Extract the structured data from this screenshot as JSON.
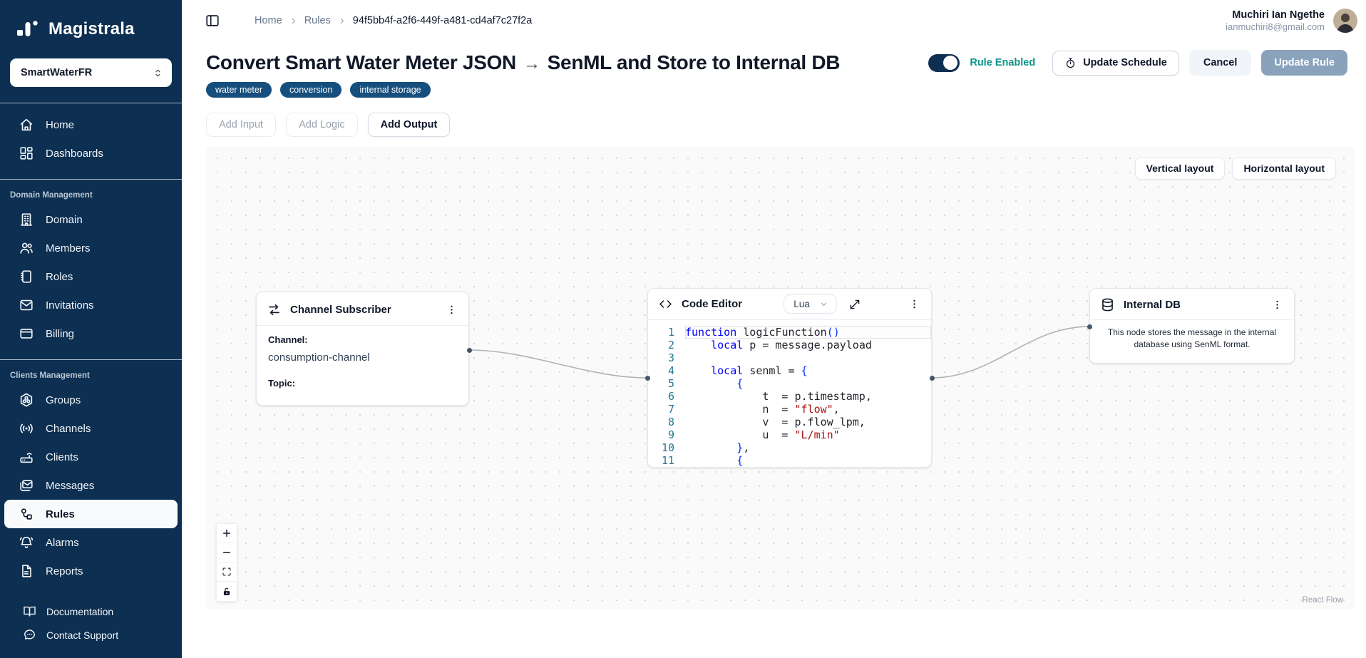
{
  "colors": {
    "sidebar_navy": "#0d2f51",
    "accent_teal": "#0d9488",
    "tag_navy": "#164f7d",
    "update_rule_bg": "#8aa2bc",
    "code_keyword": "#0000ff",
    "code_string": "#a31515",
    "code_line_number": "#237893"
  },
  "brand": {
    "name": "Magistrala"
  },
  "workspace": {
    "value": "SmartWaterFR",
    "icon": "chevrons-up-down-icon"
  },
  "sidebar": {
    "groups": [
      {
        "label": "",
        "items": [
          {
            "icon": "home-icon",
            "label": "Home"
          },
          {
            "icon": "dashboards-icon",
            "label": "Dashboards"
          }
        ]
      },
      {
        "label": "Domain Management",
        "items": [
          {
            "icon": "domain-icon",
            "label": "Domain"
          },
          {
            "icon": "members-icon",
            "label": "Members"
          },
          {
            "icon": "roles-icon",
            "label": "Roles"
          },
          {
            "icon": "invitations-icon",
            "label": "Invitations"
          },
          {
            "icon": "billing-icon",
            "label": "Billing"
          }
        ]
      },
      {
        "label": "Clients Management",
        "items": [
          {
            "icon": "groups-icon",
            "label": "Groups"
          },
          {
            "icon": "channels-icon",
            "label": "Channels"
          },
          {
            "icon": "clients-icon",
            "label": "Clients"
          },
          {
            "icon": "messages-icon",
            "label": "Messages"
          },
          {
            "icon": "rules-icon",
            "label": "Rules",
            "active": true
          },
          {
            "icon": "alarms-icon",
            "label": "Alarms"
          },
          {
            "icon": "reports-icon",
            "label": "Reports"
          }
        ]
      }
    ],
    "footer_items": [
      {
        "icon": "documentation-icon",
        "label": "Documentation"
      },
      {
        "icon": "support-icon",
        "label": "Contact Support"
      }
    ]
  },
  "header": {
    "breadcrumb": [
      {
        "label": "Home"
      },
      {
        "label": "Rules"
      },
      {
        "label": "94f5bb4f-a2f6-449f-a481-cd4af7c27f2a",
        "current": true
      }
    ],
    "user": {
      "name": "Muchiri Ian Ngethe",
      "email": "ianmuchiri8@gmail.com"
    }
  },
  "rule": {
    "title_part1": "Convert Smart Water Meter JSON",
    "title_arrow": "→",
    "title_part2": "SenML and Store to Internal DB",
    "tags": [
      "water meter",
      "conversion",
      "internal storage"
    ],
    "enabled_label": "Rule Enabled",
    "enabled": true,
    "update_schedule_label": "Update Schedule",
    "cancel_label": "Cancel",
    "update_rule_label": "Update Rule"
  },
  "toolbar": {
    "add_input": "Add Input",
    "add_logic": "Add Logic",
    "add_output": "Add Output"
  },
  "canvas": {
    "layout_buttons": {
      "vertical": "Vertical layout",
      "horizontal": "Horizontal layout"
    },
    "attribution": "React Flow",
    "controls": [
      {
        "icon": "plus-icon",
        "name": "zoom-in"
      },
      {
        "icon": "minus-icon",
        "name": "zoom-out"
      },
      {
        "icon": "fit-view-icon",
        "name": "fit-view"
      },
      {
        "icon": "lock-icon",
        "name": "toggle-interactivity"
      }
    ],
    "nodes": {
      "channel_subscriber": {
        "icon": "swap-icon",
        "title": "Channel Subscriber",
        "channel_label": "Channel:",
        "channel_value": "consumption-channel",
        "topic_label": "Topic:",
        "topic_value": ""
      },
      "code_editor": {
        "icon": "code-icon",
        "title": "Code Editor",
        "language": "Lua",
        "lines": [
          {
            "n": "1",
            "indent": 0,
            "active": true,
            "tokens": [
              [
                "kw",
                "function"
              ],
              [
                "pl",
                " logicFunction"
              ],
              [
                "br",
                "()"
              ]
            ]
          },
          {
            "n": "2",
            "indent": 1,
            "tokens": [
              [
                "kw",
                "local"
              ],
              [
                "pl",
                " p = message.payload"
              ]
            ]
          },
          {
            "n": "3",
            "indent": 0,
            "tokens": []
          },
          {
            "n": "4",
            "indent": 1,
            "tokens": [
              [
                "kw",
                "local"
              ],
              [
                "pl",
                " senml = "
              ],
              [
                "br",
                "{"
              ]
            ]
          },
          {
            "n": "5",
            "indent": 2,
            "tokens": [
              [
                "br",
                "{"
              ]
            ]
          },
          {
            "n": "6",
            "indent": 3,
            "tokens": [
              [
                "pl",
                "t  = p.timestamp,"
              ]
            ]
          },
          {
            "n": "7",
            "indent": 3,
            "tokens": [
              [
                "pl",
                "n  = "
              ],
              [
                "str",
                "\"flow\""
              ],
              [
                "pl",
                ","
              ]
            ]
          },
          {
            "n": "8",
            "indent": 3,
            "tokens": [
              [
                "pl",
                "v  = p.flow_lpm,"
              ]
            ]
          },
          {
            "n": "9",
            "indent": 3,
            "tokens": [
              [
                "pl",
                "u  = "
              ],
              [
                "str",
                "\"L/min\""
              ]
            ]
          },
          {
            "n": "10",
            "indent": 2,
            "tokens": [
              [
                "br",
                "}"
              ],
              [
                "pl",
                ","
              ]
            ]
          },
          {
            "n": "11",
            "indent": 2,
            "tokens": [
              [
                "br",
                "{"
              ]
            ]
          }
        ]
      },
      "internal_db": {
        "icon": "database-icon",
        "title": "Internal DB",
        "description": "This node stores the message in the internal database using SenML format."
      }
    }
  }
}
